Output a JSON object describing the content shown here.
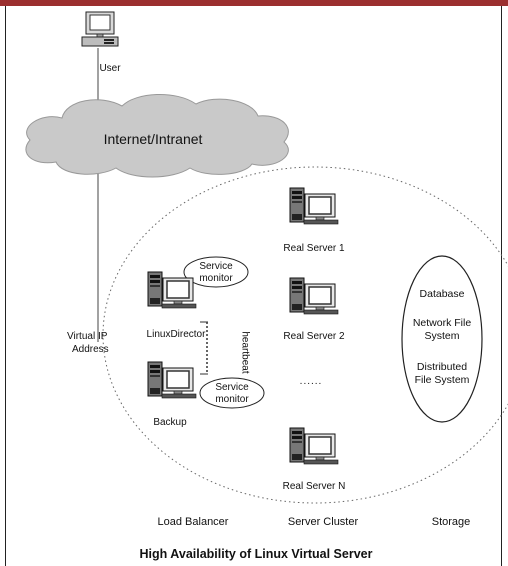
{
  "user_label": "User",
  "cloud_label": "Internet/Intranet",
  "vip_label_line1": "Virtual IP",
  "vip_label_line2": "Address",
  "director_label": "LinuxDirector",
  "backup_label": "Backup",
  "heartbeat_label": "heartbeat",
  "service_monitor_top_line1": "Service",
  "service_monitor_top_line2": "monitor",
  "service_monitor_bottom_line1": "Service",
  "service_monitor_bottom_line2": "monitor",
  "servers": {
    "rs1": "Real Server 1",
    "rs2": "Real Server 2",
    "ellipsis": "......",
    "rsn": "Real Server N"
  },
  "storage": {
    "line1": "Database",
    "line2": "Network File",
    "line3": "System",
    "line4": "Distributed",
    "line5": "File System"
  },
  "sections": {
    "load_balancer": "Load Balancer",
    "server_cluster": "Server Cluster",
    "storage": "Storage"
  },
  "title": "High Availability of Linux Virtual Server",
  "colors": {
    "top_bar": "#9b2f2f",
    "cloud_fill": "#c9c9c9"
  }
}
